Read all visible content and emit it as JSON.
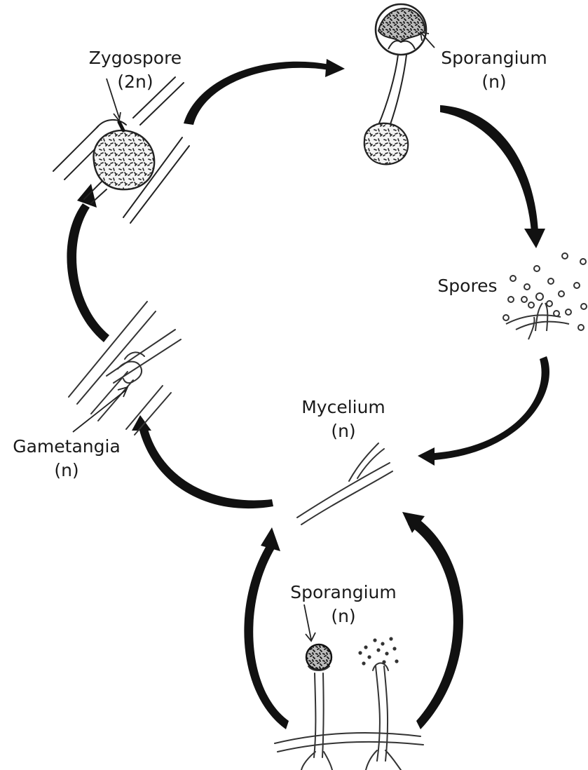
{
  "labels": {
    "zygospore": {
      "name": "Zygospore",
      "ploidy": "(2n)"
    },
    "sporangium_top": {
      "name": "Sporangium",
      "ploidy": "(n)"
    },
    "spores": {
      "name": "Spores"
    },
    "mycelium": {
      "name": "Mycelium",
      "ploidy": "(n)"
    },
    "gametangia": {
      "name": "Gametangia",
      "ploidy": "(n)"
    },
    "sporangium_bottom": {
      "name": "Sporangium",
      "ploidy": "(n)"
    }
  },
  "colors": {
    "ink": "#111111",
    "background": "#ffffff"
  }
}
